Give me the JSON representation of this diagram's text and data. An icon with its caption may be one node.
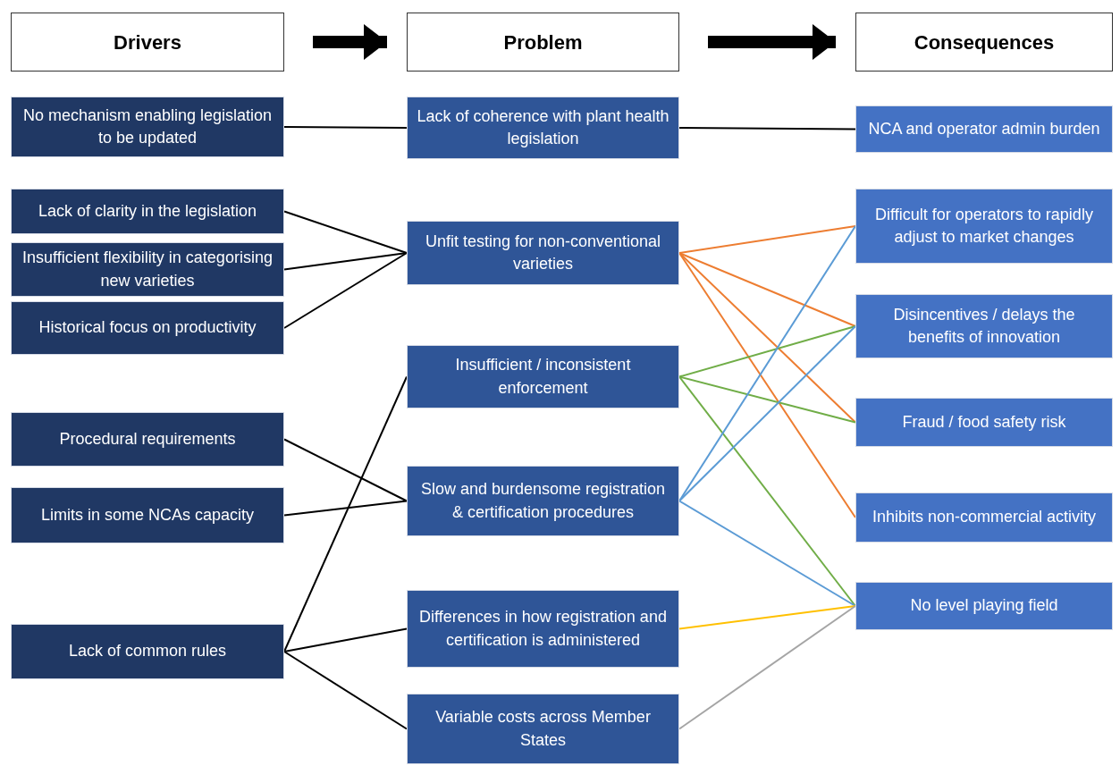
{
  "diagram": {
    "nodes": [
      {
        "text": [
          "Drivers"
        ]
      },
      {
        "text": [
          "Problem"
        ]
      },
      {
        "text": [
          "Consequences"
        ]
      },
      {
        "text": [
          "No mechanism enabling legislation to be updated"
        ]
      },
      {
        "text": [
          "Lack of clarity in the legislation"
        ]
      },
      {
        "text": [
          "Insufficient flexibility in categorising new varieties"
        ]
      },
      {
        "text": [
          "Historical focus on productivity"
        ]
      },
      {
        "text": [
          "Procedural requirements"
        ]
      },
      {
        "text": [
          "Limits in some NCAs capacity"
        ]
      },
      {
        "text": [
          "Lack of common rules"
        ]
      },
      {
        "text": [
          "Lack of coherence with plant health legislation"
        ]
      },
      {
        "text": [
          "Unfit testing for non-conventional varieties"
        ]
      },
      {
        "text": [
          "Insufficient / inconsistent enforcement"
        ]
      },
      {
        "text": [
          "Slow and burdensome registration & certification procedures"
        ]
      },
      {
        "text": [
          "Differences in how registration and certification is administered"
        ]
      },
      {
        "text": [
          "Variable costs across Member States"
        ]
      },
      {
        "text": [
          "NCA and operator admin burden"
        ]
      },
      {
        "text": [
          "Difficult for operators to rapidly adjust to market changes"
        ]
      },
      {
        "text": [
          "Disincentives / delays the benefits of innovation"
        ]
      },
      {
        "text": [
          "Fraud / food safety risk"
        ]
      },
      {
        "text": [
          "Inhibits non-commercial activity"
        ]
      },
      {
        "text": [
          "No level playing field"
        ]
      }
    ],
    "edges": [
      {
        "from": 0,
        "to": 1,
        "arrow": "to",
        "style": "thick"
      },
      {
        "from": 1,
        "to": 2,
        "arrow": "to",
        "style": "thick"
      },
      {
        "from": 3,
        "to": 10,
        "arrow": "none"
      },
      {
        "from": 4,
        "to": 11,
        "arrow": "none"
      },
      {
        "from": 5,
        "to": 11,
        "arrow": "none"
      },
      {
        "from": 6,
        "to": 11,
        "arrow": "none"
      },
      {
        "from": 7,
        "to": 13,
        "arrow": "none"
      },
      {
        "from": 8,
        "to": 13,
        "arrow": "none"
      },
      {
        "from": 9,
        "to": 12,
        "arrow": "none"
      },
      {
        "from": 9,
        "to": 14,
        "arrow": "none"
      },
      {
        "from": 9,
        "to": 15,
        "arrow": "none"
      },
      {
        "from": 10,
        "to": 16,
        "arrow": "none"
      },
      {
        "from": 11,
        "to": 17,
        "arrow": "none",
        "color": "#ed7d31"
      },
      {
        "from": 11,
        "to": 18,
        "arrow": "none",
        "color": "#ed7d31"
      },
      {
        "from": 11,
        "to": 19,
        "arrow": "none",
        "color": "#ed7d31"
      },
      {
        "from": 11,
        "to": 20,
        "arrow": "none",
        "color": "#ed7d31"
      },
      {
        "from": 12,
        "to": 18,
        "arrow": "none",
        "color": "#70ad47"
      },
      {
        "from": 12,
        "to": 19,
        "arrow": "none",
        "color": "#70ad47"
      },
      {
        "from": 12,
        "to": 21,
        "arrow": "none",
        "color": "#70ad47"
      },
      {
        "from": 13,
        "to": 17,
        "arrow": "none",
        "color": "#5b9bd5"
      },
      {
        "from": 13,
        "to": 18,
        "arrow": "none",
        "color": "#5b9bd5"
      },
      {
        "from": 13,
        "to": 21,
        "arrow": "none",
        "color": "#5b9bd5"
      },
      {
        "from": 14,
        "to": 21,
        "arrow": "none",
        "color": "#ffc000"
      },
      {
        "from": 15,
        "to": 21,
        "arrow": "none",
        "color": "#a5a5a5"
      }
    ]
  }
}
